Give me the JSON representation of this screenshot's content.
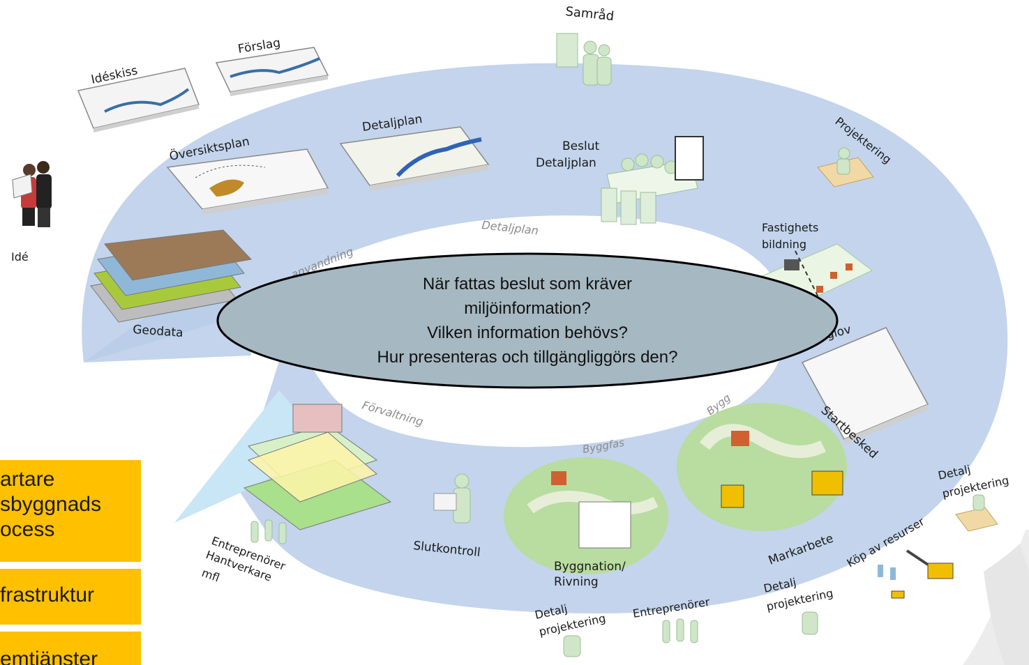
{
  "labels": {
    "samrad": "Samråd",
    "forslag": "Förslag",
    "ideskiss": "Idéskiss",
    "oversiktsplan": "Översiktsplan",
    "detaljplan": "Detaljplan",
    "beslut_line1": "Beslut",
    "beslut_line2": "Detaljplan",
    "projektering": "Projektering",
    "ide": "Idé",
    "geodata": "Geodata",
    "fastighets_line1": "Fastighets",
    "fastighets_line2": "bildning",
    "bygglov_partial": "glov",
    "startbesked": "Startbesked",
    "detalj_proj_right_line1": "Detalj",
    "detalj_proj_right_line2": "projektering",
    "kop_av_resurser": "Köp av resurser",
    "markarbete": "Markarbete",
    "byggnation_line1": "Byggnation/",
    "byggnation_line2": "Rivning",
    "slutkontroll": "Slutkontroll",
    "entreprenorer_line1": "Entreprenörer",
    "entreprenorer_line2": "Hantverkare",
    "entreprenorer_line3": "mfl",
    "detalj_proj_bottom_line1": "Detalj",
    "detalj_proj_bottom_line2": "projektering",
    "entreprenorer_bottom": "Entreprenörer",
    "detalj_proj_bottom2_line1": "Detalj",
    "detalj_proj_bottom2_line2": "projektering"
  },
  "phases": {
    "detaljplan": "Detaljplan",
    "markanvandning": "anvandning",
    "forvaltning": "Förvaltning",
    "byggfas": "Byggfas",
    "bygg": "Bygg"
  },
  "question": {
    "line1": "När fattas beslut som kräver",
    "line2": "miljöinformation?",
    "line3": "Vilken information behövs?",
    "line4": "Hur presenteras och tillgängliggörs den?"
  },
  "side_boxes": {
    "box1_line1": "artare",
    "box1_line2": "sbyggnads",
    "box1_line3": "ocess",
    "box2": "frastruktur",
    "box3": "emtjänster"
  },
  "colors": {
    "ring": "#b8cce9",
    "ring_edge": "#a9c0e4",
    "ellipse_fill": "#a6b8c2",
    "yellow_box": "#ffc000",
    "green_field": "#b9dca0"
  }
}
